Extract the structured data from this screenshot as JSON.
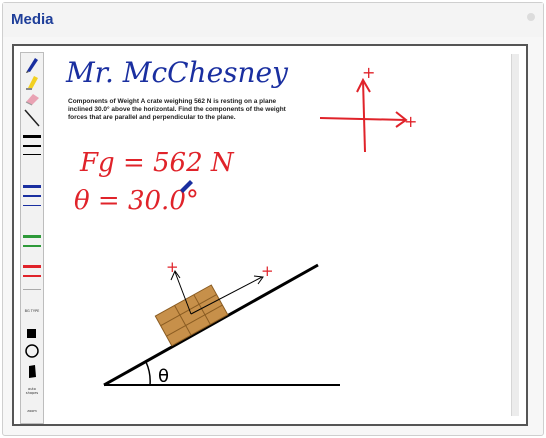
{
  "window": {
    "title": "Media"
  },
  "toolbar": {
    "tools": [
      "pen",
      "highlighter",
      "eraser",
      "line"
    ],
    "colors": [
      "#000000",
      "#000000",
      "#1a2fa0",
      "#1a2fa0",
      "#1a2fa0",
      "#2e9a3a",
      "#2e9a3a",
      "#e0232a",
      "#e0232a"
    ],
    "labels": {
      "bg_type": "BG TYPE",
      "auto_shapes": "auto shapes",
      "zoom": "zoom"
    }
  },
  "whiteboard": {
    "teacher_name": "Mr. McChesney",
    "problem_text": "Components of Weight  A crate weighing 562 N is resting on a plane inclined 30.0° above the horizontal.  Find the components of the weight forces that are parallel and perpendicular to the plane.",
    "fg_equation": "Fg = 562 N",
    "theta_equation": "θ = 30.0°",
    "angle_label": "θ",
    "axis_plus_y": "+",
    "axis_plus_x": "+",
    "crate_plus_perp": "+",
    "crate_plus_par": "+",
    "colors": {
      "ink_blue": "#1a2fa0",
      "ink_red": "#e0232a",
      "crate": "#c7904a"
    }
  }
}
